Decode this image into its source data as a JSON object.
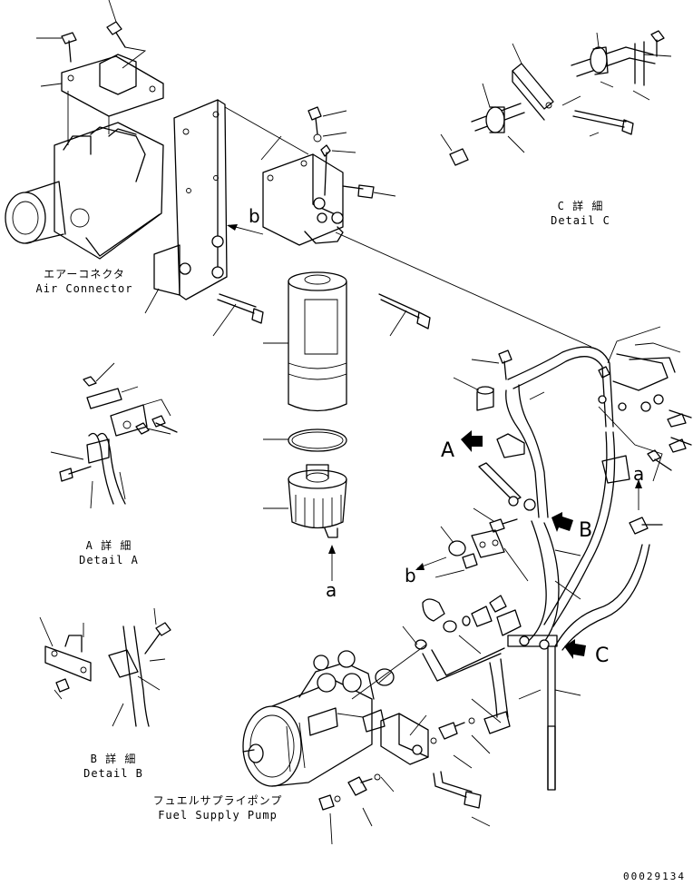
{
  "labels": {
    "air_connector_jp": "エアーコネクタ",
    "air_connector_en": "Air Connector",
    "detail_a_jp": "A 詳 細",
    "detail_a_en": "Detail A",
    "detail_b_jp": "B 詳 細",
    "detail_b_en": "Detail B",
    "detail_c_jp": "C 詳 細",
    "detail_c_en": "Detail C",
    "pump_jp": "フュエルサプライポンプ",
    "pump_en": "Fuel Supply Pump"
  },
  "callouts": {
    "arrow_a": "A",
    "arrow_b": "B",
    "arrow_c": "C",
    "ref_a_filter": "a",
    "ref_a_hose": "a",
    "ref_b_head": "b",
    "ref_b_bracket": "b"
  },
  "drawing_code": "00029134"
}
